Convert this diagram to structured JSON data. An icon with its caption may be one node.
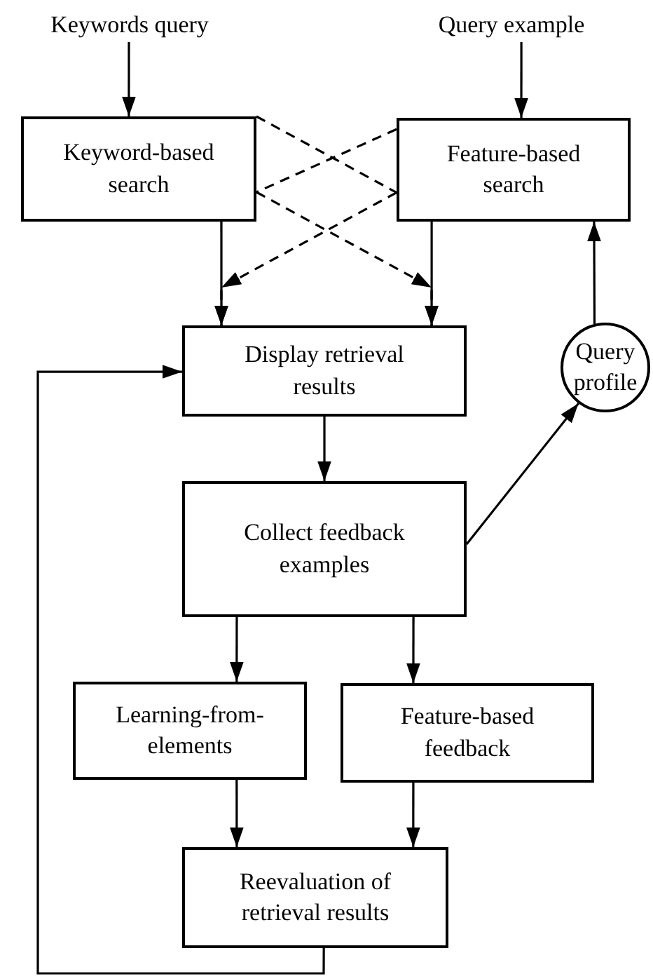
{
  "diagram": {
    "nodes": [
      {
        "text": [
          "Keywords query"
        ]
      },
      {
        "text": [
          "Query example"
        ]
      },
      {
        "text": [
          "Keyword-based search"
        ]
      },
      {
        "text": [
          "Feature-based search"
        ]
      },
      {
        "text": [
          "Display retrieval results"
        ]
      },
      {
        "text": [
          "Query profile"
        ]
      },
      {
        "text": [
          "Collect feedback examples"
        ]
      },
      {
        "text": [
          "Learning-from-elements"
        ]
      },
      {
        "text": [
          "Feature-based feedback"
        ]
      },
      {
        "text": [
          "Reevaluation of retrieval results"
        ]
      }
    ],
    "edges": [
      {
        "from": 0,
        "to": 2,
        "arrow": "to"
      },
      {
        "from": 1,
        "to": 3,
        "arrow": "to"
      },
      {
        "from": 2,
        "to": 4,
        "arrow": "to"
      },
      {
        "from": 3,
        "to": 4,
        "arrow": "to"
      },
      {
        "from": 2,
        "to": 3,
        "arrow": "none",
        "style": "dashed"
      },
      {
        "from": 3,
        "to": 2,
        "arrow": "none",
        "style": "dashed"
      },
      {
        "from": 2,
        "to": 4,
        "arrow": "to",
        "style": "dashed"
      },
      {
        "from": 3,
        "to": 4,
        "arrow": "to",
        "style": "dashed"
      },
      {
        "from": 5,
        "to": 3,
        "arrow": "to"
      },
      {
        "from": 4,
        "to": 6,
        "arrow": "to"
      },
      {
        "from": 6,
        "to": 5,
        "arrow": "to"
      },
      {
        "from": 6,
        "to": 7,
        "arrow": "to"
      },
      {
        "from": 6,
        "to": 8,
        "arrow": "to"
      },
      {
        "from": 7,
        "to": 9,
        "arrow": "to"
      },
      {
        "from": 8,
        "to": 9,
        "arrow": "to"
      },
      {
        "from": 9,
        "to": 4,
        "arrow": "to"
      }
    ]
  }
}
